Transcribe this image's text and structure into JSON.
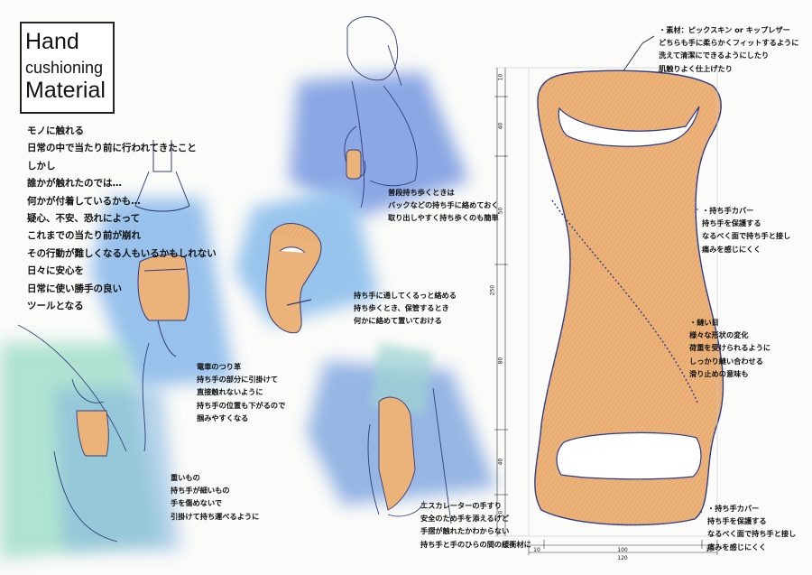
{
  "title": {
    "line1": "Hand",
    "line2": "cushioning",
    "line3": "Material"
  },
  "intro_text": "モノに触れる\n日常の中で当たり前に行われてきたこと\nしかし\n誰かが触れたのでは…\n何かが付着しているかも…\n疑心、不安、恐れによって\nこれまでの当たり前が崩れ\nその行動が難しくなる人もいるかもしれない\n日々に安心を\n日常に使い勝手の良い\nツールとなる",
  "notes": {
    "stairs": "普段持ち歩くときは\nバックなどの持ち手に絡めておく\n取り出しやすく持ち歩くのも簡単",
    "roll": "持ち手に通してくるっと絡める\n持ち歩くとき、保管するとき\n何かに絡めて置いておける",
    "strap": "電車のつり革\n持ち手の部分に引掛けて\n直接触れないように\n持ち手の位置も下がるので\n掴みやすくなる",
    "bag": "重いもの\n持ち手が細いもの\n手を傷めないで\n引掛けて持ち運べるように",
    "escalator": "エスカレーターの手すり\n安全のため手を添えるけど\n手摺が触れたかわからない\n持ち手と手のひらの間の緩衝材に",
    "material": "・素材：ピックスキン or キップレザー\nどちらも手に柔らかくフィットするように\n洗えて清潔にできるようにしたり\n肌触りよく仕上げたり",
    "cover_top": "・持ち手カバー\n持ち手を保護する\nなるべく面で持ち手と接し\n痛みを感じにくく",
    "stitch": "・縫い目\n様々な形状の変化\n荷重を受けられるように\nしっかり縫い合わせる\n滑り止めの意味も",
    "cover_bottom": "・持ち手カバー\n持ち手を保護する\nなるべく面で持ち手と接し\n痛みを感じにくく"
  },
  "dimensions": {
    "v_top": "10",
    "v_upper": "40",
    "v_mid": "50",
    "v_total": "250",
    "v_lower": "80",
    "v_low2": "40",
    "v_bottom": "10",
    "h_left": "10",
    "h_mid": "100",
    "h_right": "10",
    "h_total": "120"
  },
  "colors": {
    "leather": "#ebb27a",
    "leather_edge": "#2a3a8c",
    "watercolor_blue": "#5a86d6",
    "watercolor_green": "#5fc4a6"
  }
}
